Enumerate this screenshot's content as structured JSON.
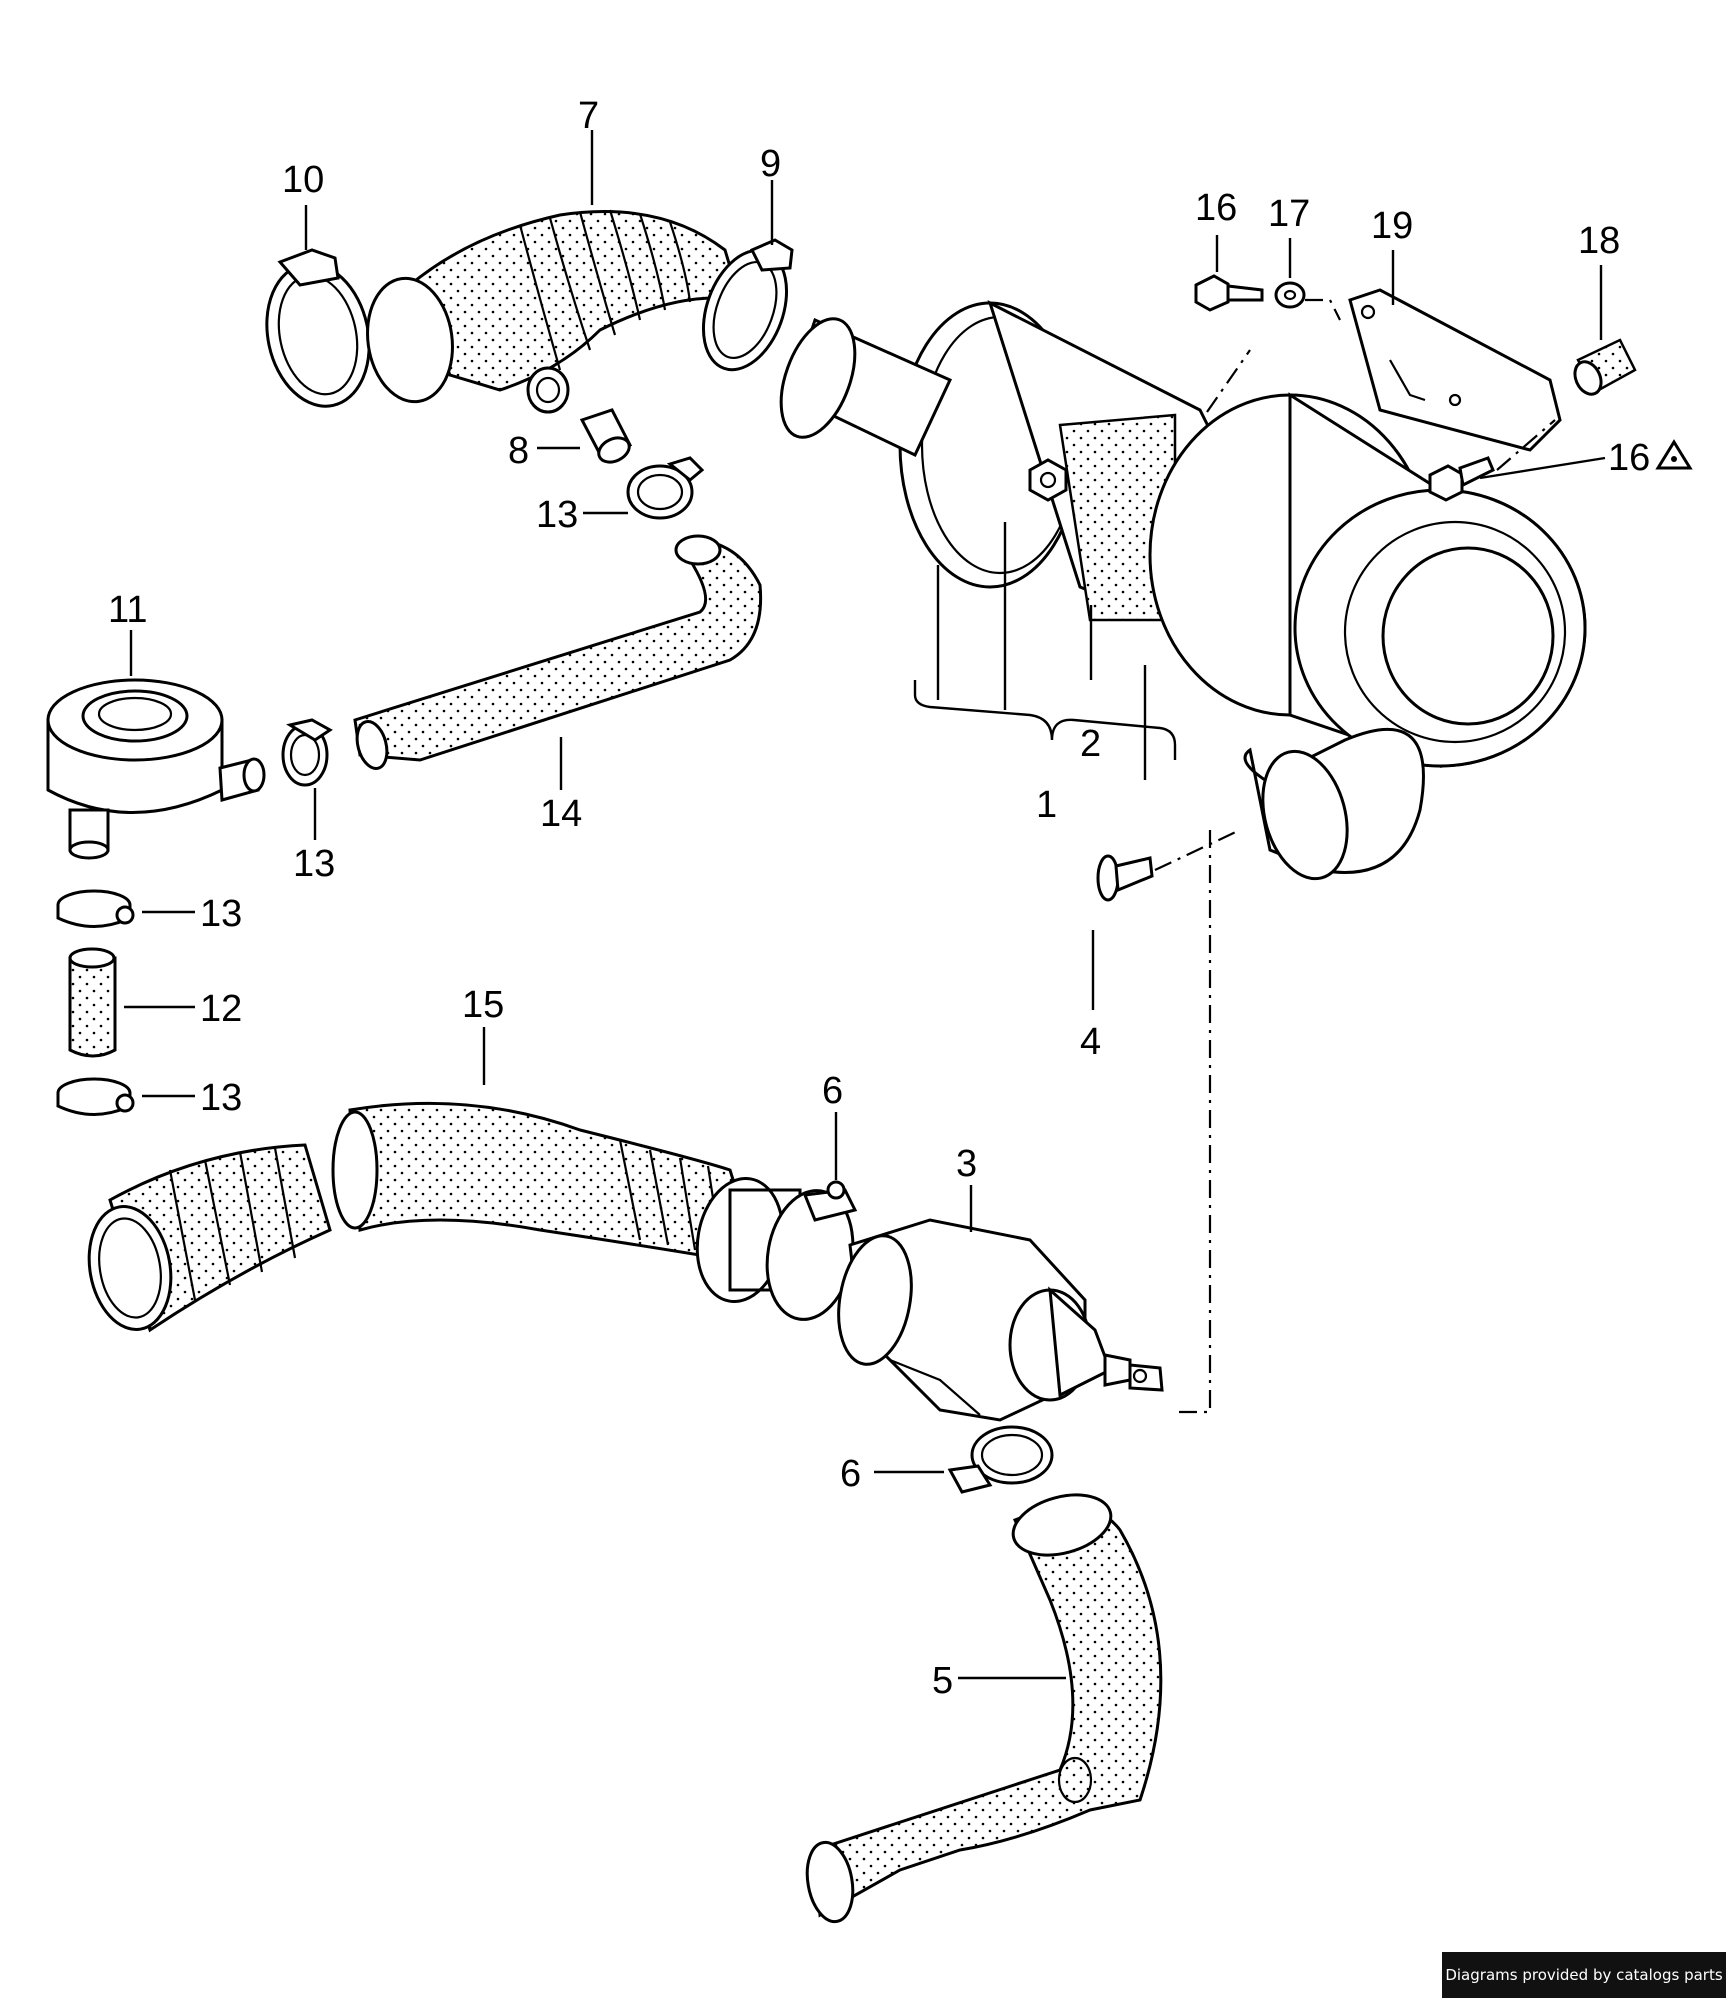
{
  "callouts": {
    "c1": "1",
    "c2": "2",
    "c3": "3",
    "c4": "4",
    "c5": "5",
    "c6a": "6",
    "c6b": "6",
    "c7": "7",
    "c8": "8",
    "c9": "9",
    "c10": "10",
    "c11": "11",
    "c12": "12",
    "c13a": "13",
    "c13b": "13",
    "c13c": "13",
    "c13d": "13",
    "c14": "14",
    "c15": "15",
    "c16a": "16",
    "c16b": "16",
    "c17": "17",
    "c18": "18",
    "c19": "19"
  },
  "footer": {
    "credit": "Diagrams provided by catalogs parts"
  },
  "icons": {
    "warning": "warning-triangle-icon"
  },
  "colors": {
    "line": "#000000",
    "background": "#ffffff",
    "badge": "#111111"
  }
}
